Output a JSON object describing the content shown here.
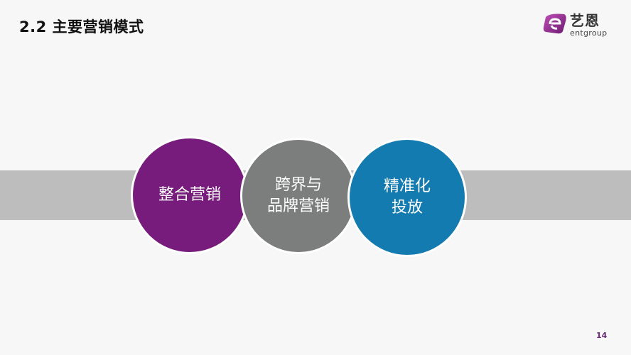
{
  "slide": {
    "title": "2.2 主要营销模式",
    "page_number": "14"
  },
  "logo": {
    "icon": "entgroup-e-logo-icon",
    "cn_text": "艺恩",
    "en_text": "entgroup"
  },
  "circles": [
    {
      "label": "整合营销",
      "color": "#771c7c"
    },
    {
      "label": "跨界与\n品牌营销",
      "color": "#7b7e7d"
    },
    {
      "label": "精准化\n投放",
      "color": "#137bb0"
    }
  ],
  "colors": {
    "background": "#f7f7f7",
    "band": "#bdbdbd",
    "purple": "#771c7c",
    "gray": "#7b7e7d",
    "blue": "#137bb0"
  }
}
